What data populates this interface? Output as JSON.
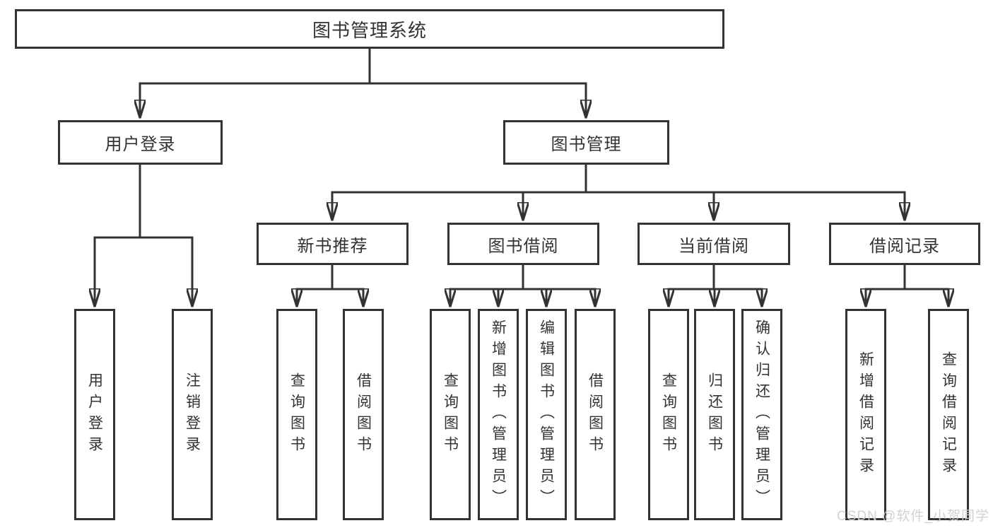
{
  "colors": {
    "line": "#333333",
    "box_border": "#333333",
    "text": "#333333",
    "watermark": "#d0d0d0",
    "background": "#ffffff"
  },
  "tree": {
    "root": {
      "label": "图书管理系统",
      "children": [
        {
          "label": "用户登录",
          "children": [
            {
              "label": "用户登录"
            },
            {
              "label": "注销登录"
            }
          ]
        },
        {
          "label": "图书管理",
          "children": [
            {
              "label": "新书推荐",
              "children": [
                {
                  "label": "查询图书"
                },
                {
                  "label": "借阅图书"
                }
              ]
            },
            {
              "label": "图书借阅",
              "children": [
                {
                  "label": "查询图书"
                },
                {
                  "label": "新增图书（管理员）"
                },
                {
                  "label": "编辑图书（管理员）"
                },
                {
                  "label": "借阅图书"
                }
              ]
            },
            {
              "label": "当前借阅",
              "children": [
                {
                  "label": "查询图书"
                },
                {
                  "label": "归还图书"
                },
                {
                  "label": "确认归还（管理员）"
                }
              ]
            },
            {
              "label": "借阅记录",
              "children": [
                {
                  "label": "新增借阅记录"
                },
                {
                  "label": "查询借阅记录"
                }
              ]
            }
          ]
        }
      ]
    }
  },
  "watermark": {
    "text": "CSDN @软件_小贺同学"
  }
}
